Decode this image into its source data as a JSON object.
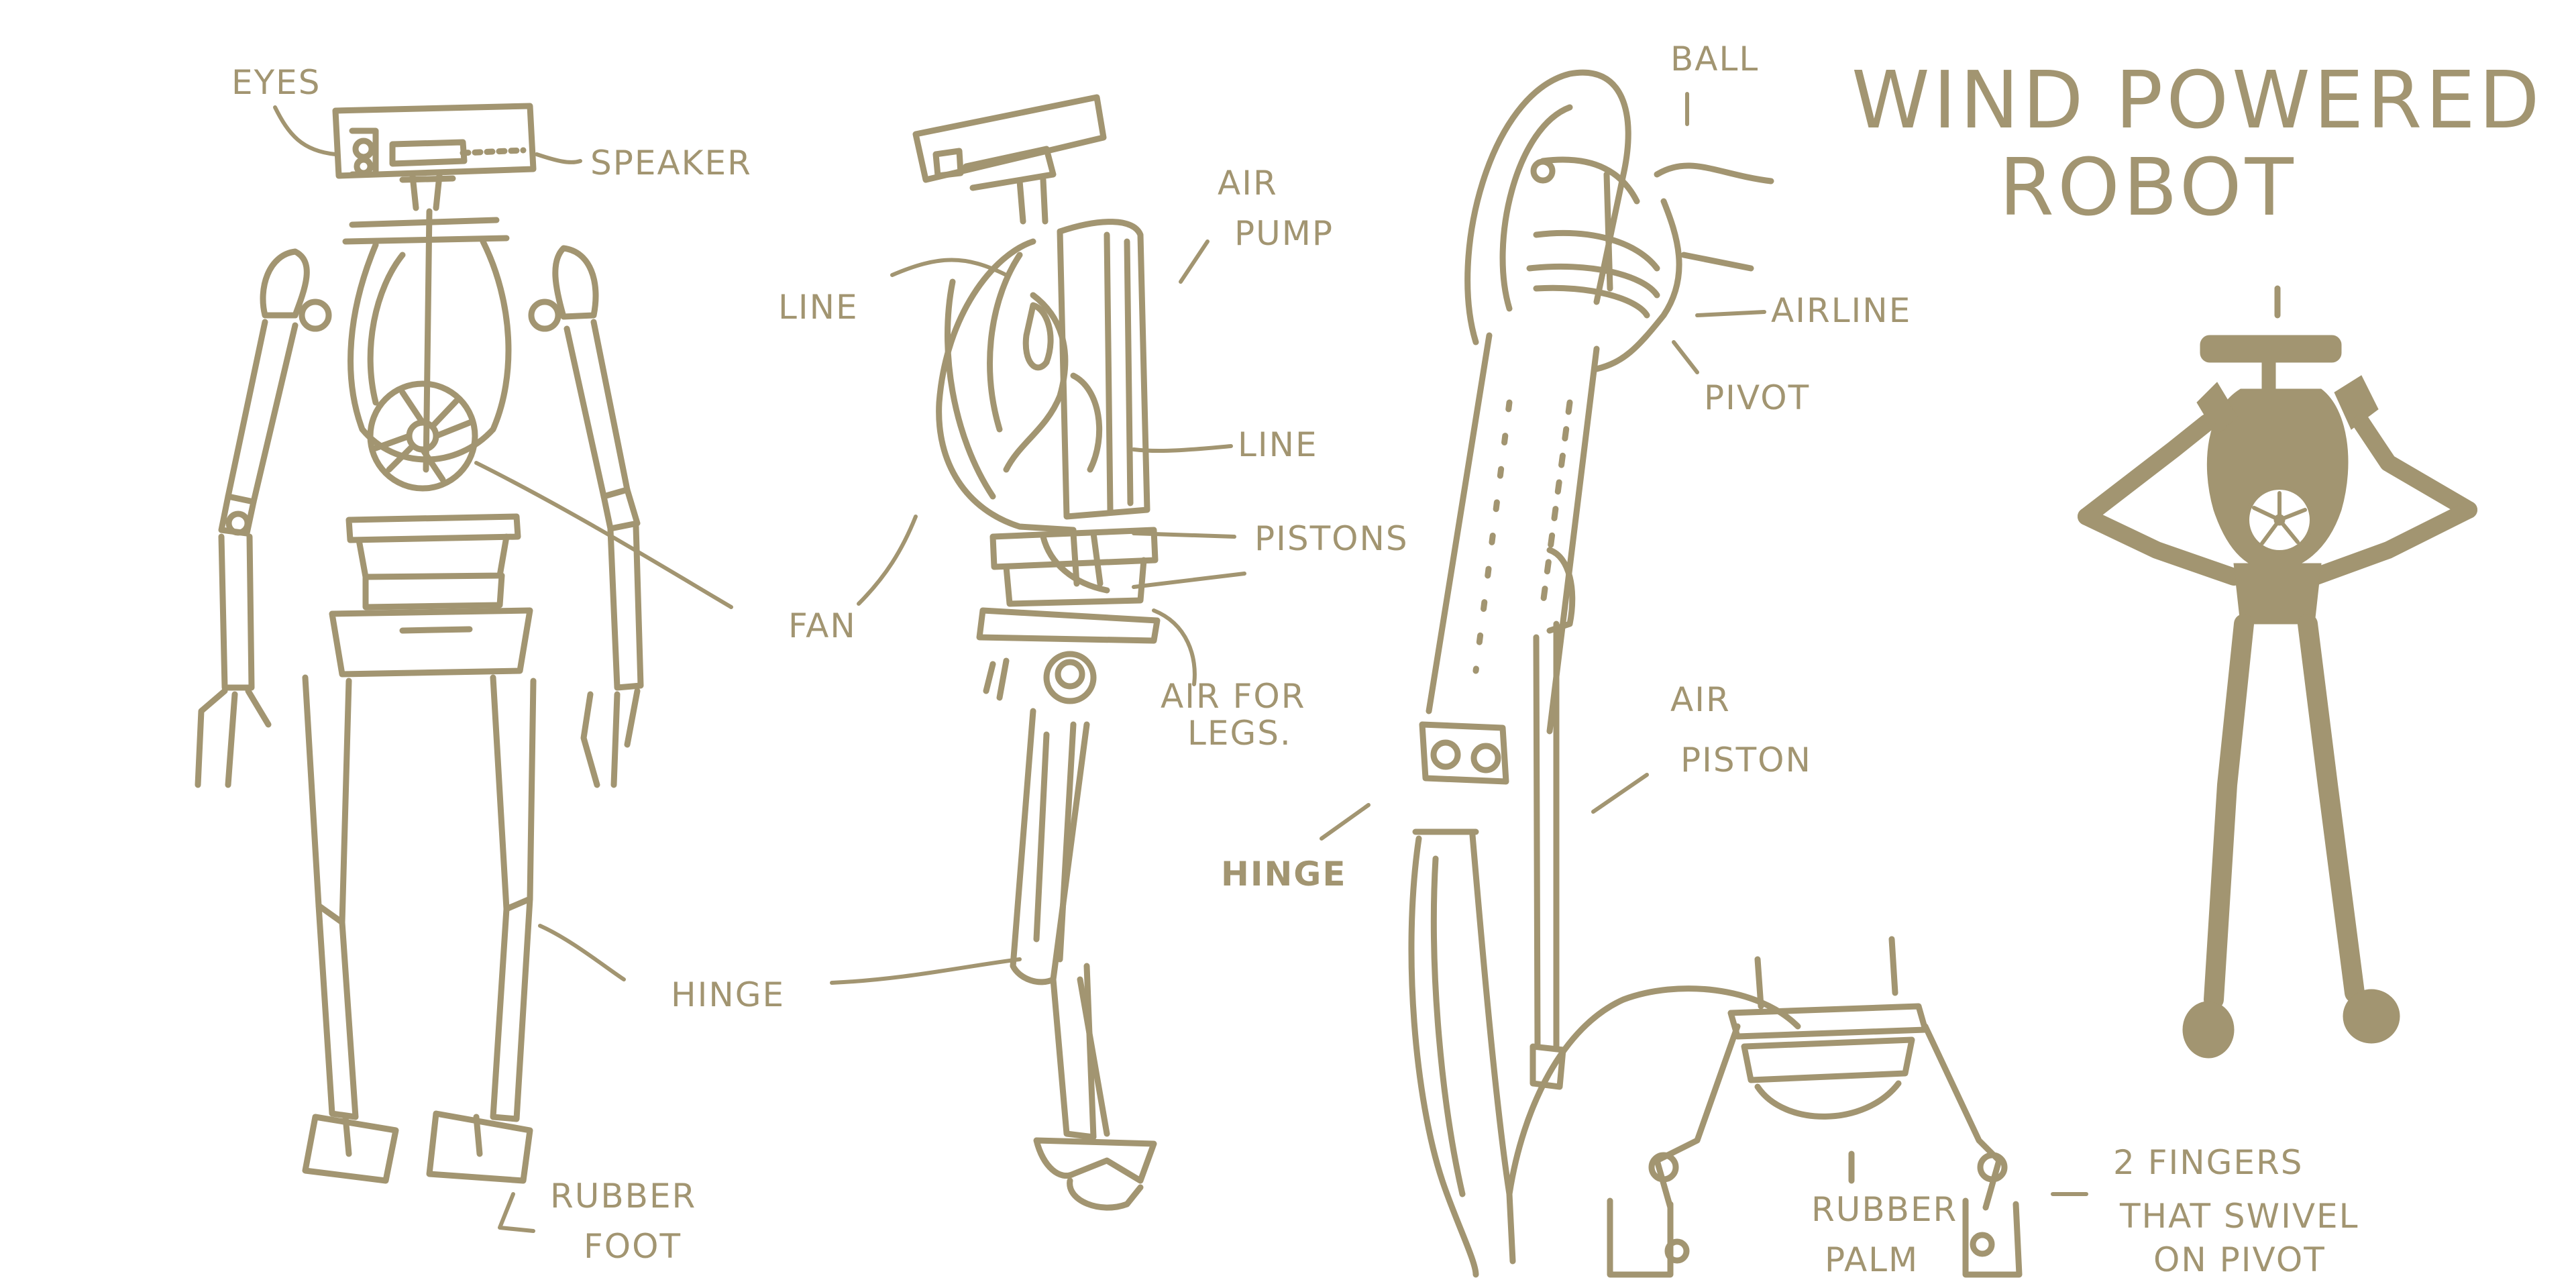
{
  "title": {
    "line1": "WIND POWERED",
    "line2": "ROBOT"
  },
  "labels": {
    "eyes": "EYES",
    "speaker": "SPEAKER",
    "air_pump_1": "AIR",
    "air_pump_2": "PUMP",
    "line_upper": "LINE",
    "line_lower": "LINE",
    "fan": "FAN",
    "pistons": "PISTONS",
    "air_for_legs_1": "AIR FOR",
    "air_for_legs_2": "LEGS.",
    "hinge_leg": "HINGE",
    "rubber_foot_1": "RUBBER",
    "rubber_foot_2": "FOOT",
    "ball": "BALL",
    "airline": "AIRLINE",
    "pivot": "PIVOT",
    "air_piston_1": "AIR",
    "air_piston_2": "PISTON",
    "hinge_arm": "HINGE",
    "rubber_palm_1": "RUBBER",
    "rubber_palm_2": "PALM",
    "fingers_1": "2 FINGERS",
    "fingers_2": "THAT SWIVEL",
    "fingers_3": "ON PIVOT"
  },
  "colors": {
    "ink": "#a29571",
    "paper": "#ffffff"
  }
}
